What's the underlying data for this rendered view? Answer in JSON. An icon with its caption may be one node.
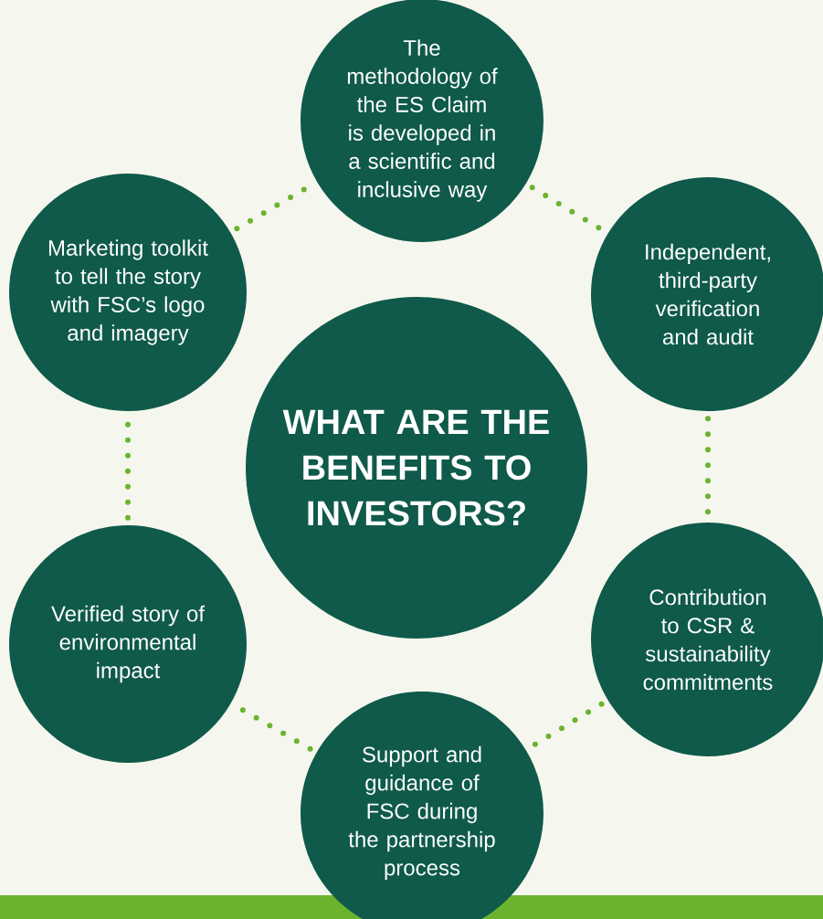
{
  "diagram": {
    "nodes": [
      {
        "text": [
          "WHAT ARE THE BENEFITS TO INVESTORS?"
        ]
      },
      {
        "text": [
          "The methodology of the ES Claim is developed in a scientific and inclusive way"
        ]
      },
      {
        "text": [
          "Independent, third-party verification and audit"
        ]
      },
      {
        "text": [
          "Contribution to CSR & sustainability commitments"
        ]
      },
      {
        "text": [
          "Support and guidance of FSC during the partnership process"
        ]
      },
      {
        "text": [
          "Verified story of environmental impact"
        ]
      },
      {
        "text": [
          "Marketing toolkit to tell the story with FSC’s logo and imagery"
        ]
      }
    ],
    "edges": [
      {
        "from": 1,
        "to": 2,
        "arrow": "none"
      },
      {
        "from": 2,
        "to": 3,
        "arrow": "none"
      },
      {
        "from": 3,
        "to": 4,
        "arrow": "none"
      },
      {
        "from": 4,
        "to": 5,
        "arrow": "none"
      },
      {
        "from": 5,
        "to": 6,
        "arrow": "none"
      },
      {
        "from": 6,
        "to": 1,
        "arrow": "none"
      }
    ]
  }
}
